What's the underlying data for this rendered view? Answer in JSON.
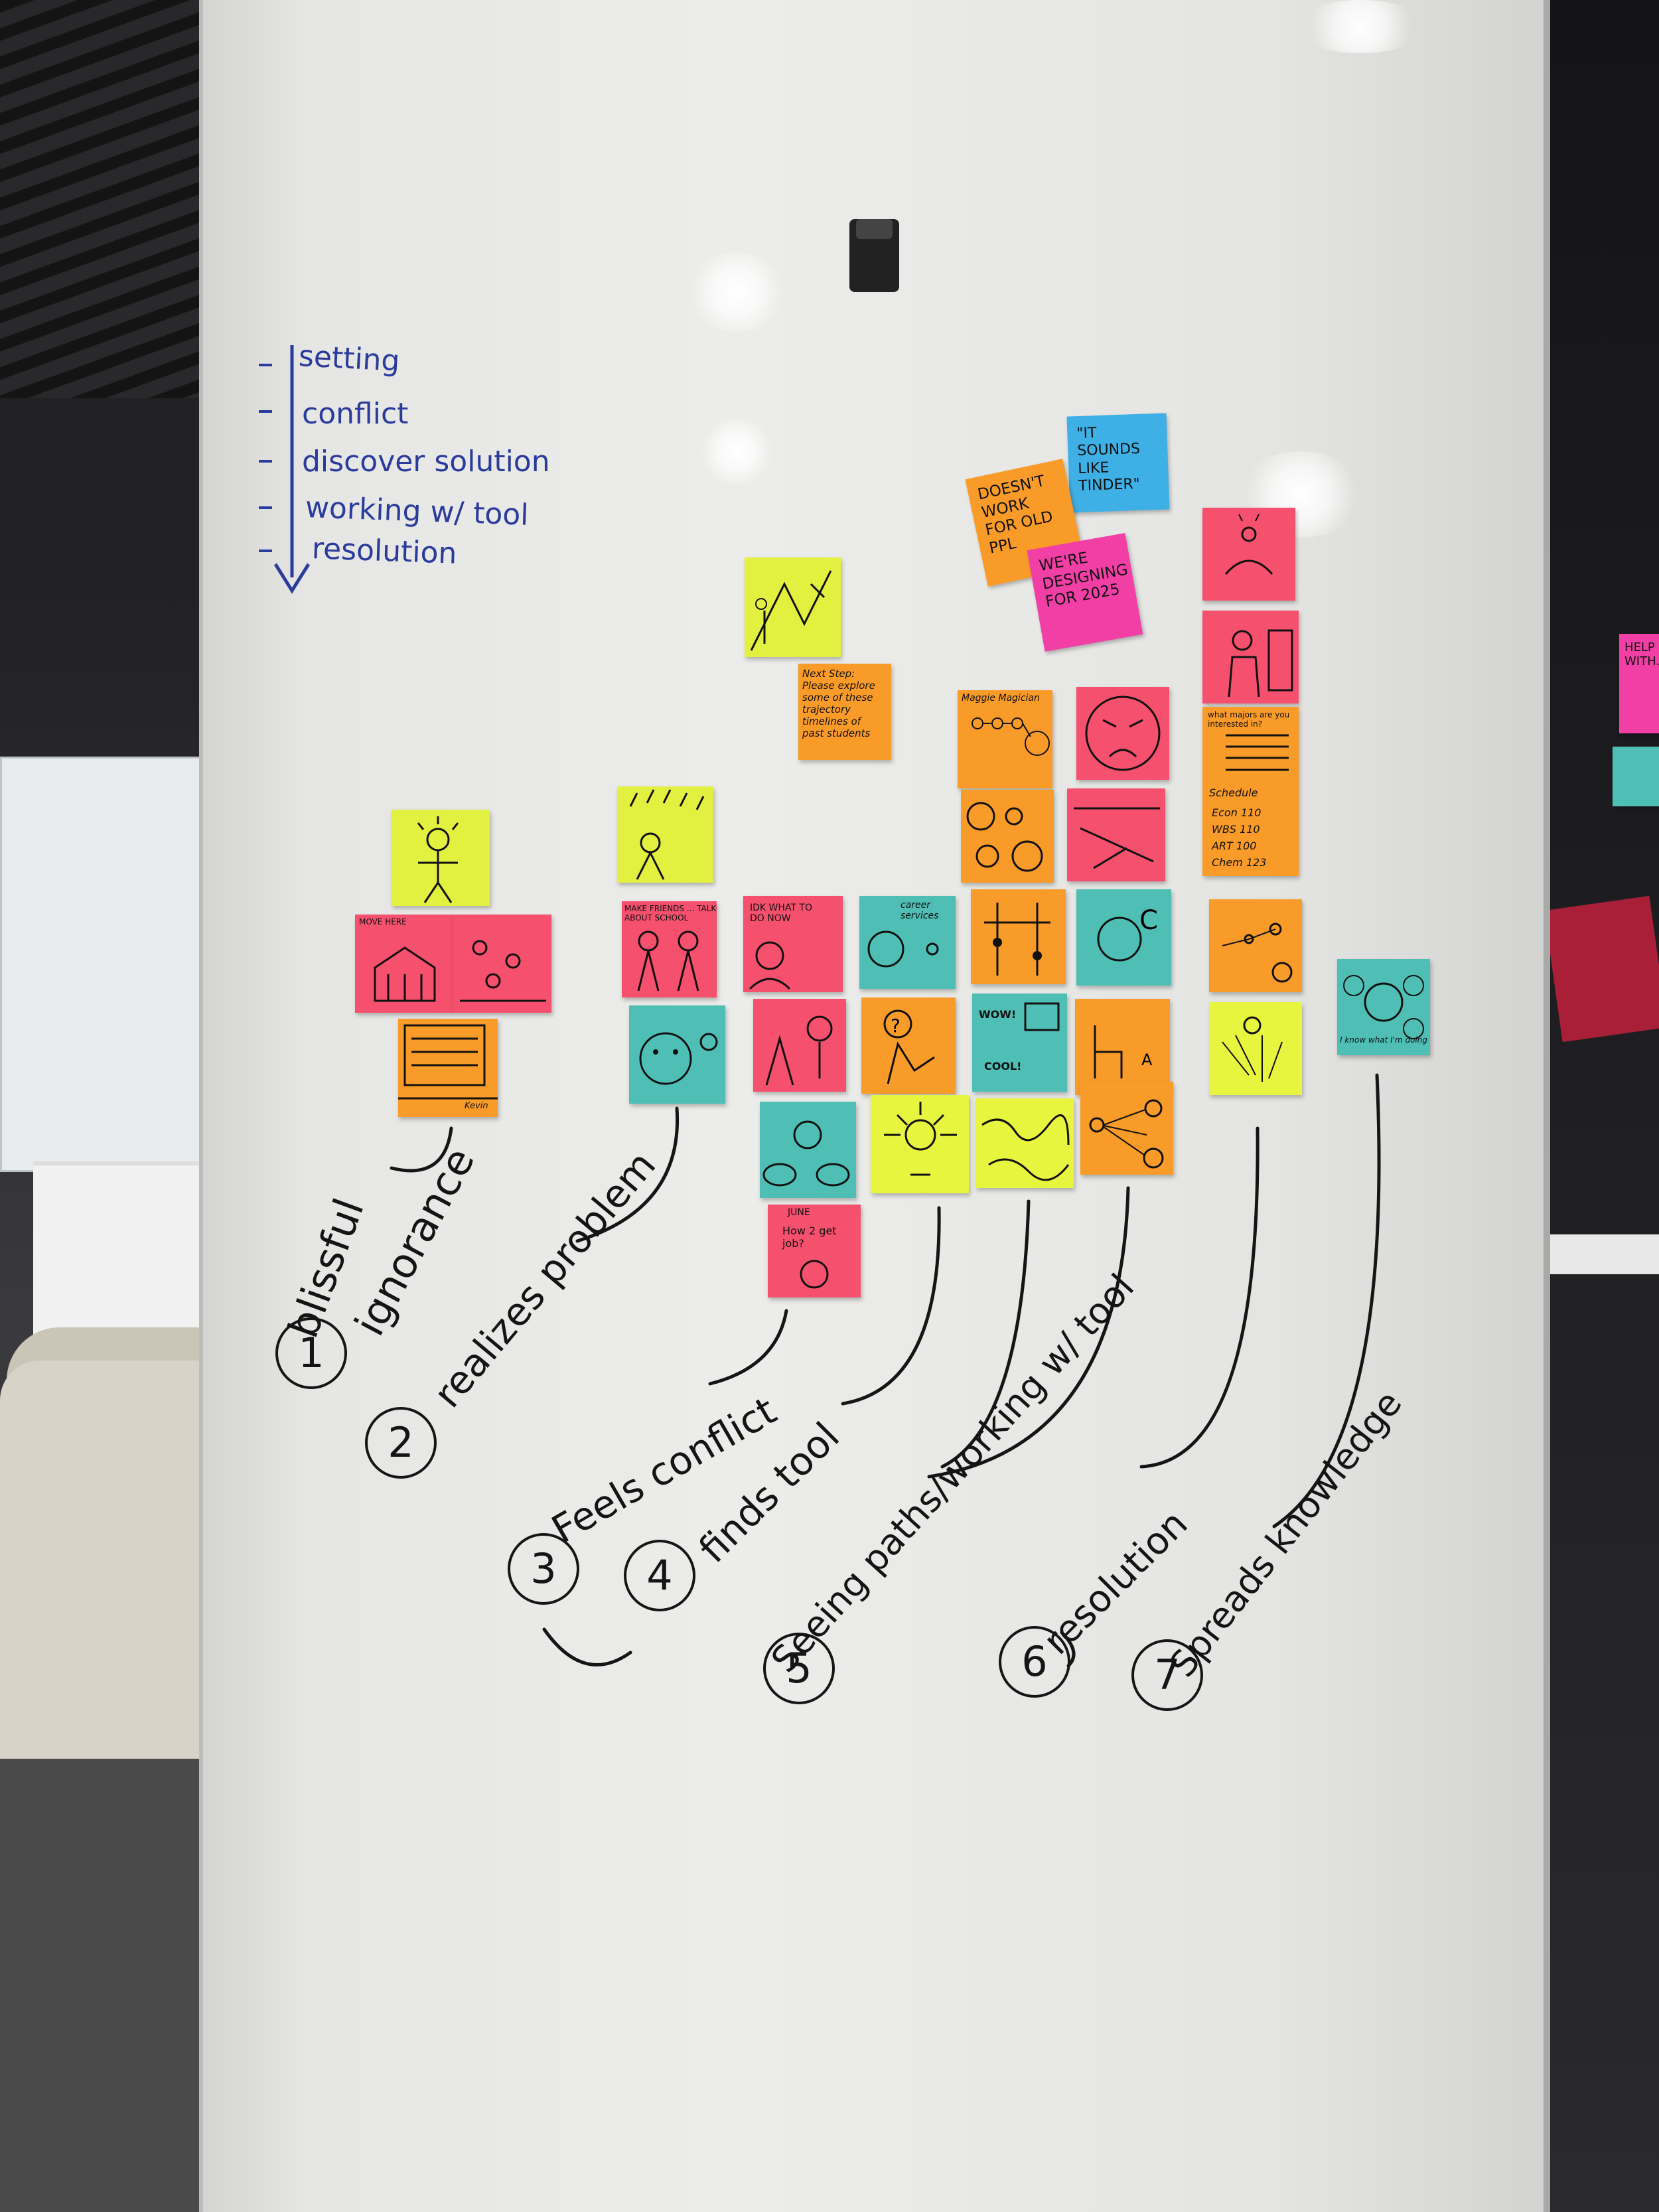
{
  "whiteboard": {
    "outline": [
      "setting",
      "conflict",
      "discover solution",
      "working w/ tool",
      "resolution"
    ]
  },
  "notes": {
    "sounds_like_tinder": "\"IT SOUNDS LIKE TINDER\"",
    "doesnt_work": "DOESN'T WORK FOR OLD PPL",
    "designing_2025": "WE'RE DESIGNING FOR 2025",
    "next_step": "Next Step: Please explore some of these trajectory timelines of past students",
    "maggie_magician": "Maggie Magician",
    "idk_what": "IDK what to do now",
    "career_services": "career services",
    "make_friends": "MAKE FRIENDS ... TALK ABOUT SCHOOL",
    "move_here": "MOVE HERE",
    "kevin": "Kevin",
    "what_majors": "what majors are you interested in?",
    "schedule_title": "Schedule",
    "schedule_rows": [
      "Econ 110",
      "WBS 110",
      "ART 100",
      "Chem 123"
    ],
    "wow": "WOW!",
    "cool": "COOL!",
    "how_job": "How 2 get job?",
    "june": "June",
    "i_know": "I know what I'm doing",
    "help_with": "HELP WITH..."
  },
  "stages": [
    {
      "num": "1",
      "label": "blissful ignorance"
    },
    {
      "num": "2",
      "label": "realizes problem"
    },
    {
      "num": "3",
      "label": "Feels conflict"
    },
    {
      "num": "4",
      "label": "finds tool"
    },
    {
      "num": "5",
      "label": "Seeing paths/working w/ tool"
    },
    {
      "num": "6",
      "label": "resolution"
    },
    {
      "num": "7",
      "label": "Spreads knowledge"
    }
  ],
  "colors": {
    "yellow": "#dff03a",
    "orange": "#f99b28",
    "pink": "#f5506e",
    "magenta": "#f23fa6",
    "teal": "#4fbfb6",
    "blue": "#3fb0e6",
    "marker_blue": "#2a3b9c"
  }
}
